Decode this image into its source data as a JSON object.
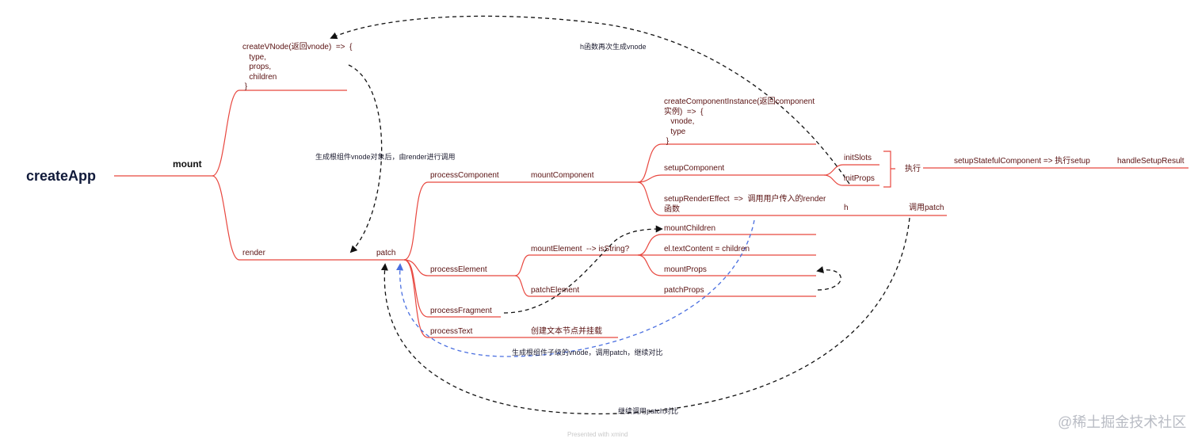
{
  "diagram": {
    "root": "createApp",
    "mount": "mount",
    "createVNode": "createVNode(返回vnode)  =>  {\n   type,\n   props,\n   children\n }",
    "render": "render",
    "patch": "patch",
    "processComponent": "processComponent",
    "mountComponent": "mountComponent",
    "createComponentInstance": "createComponentInstance(返回component\n实例)  =>  {\n   vnode,\n   type\n }",
    "setupComponent": "setupComponent",
    "initSlots": "initSlots",
    "initProps": "initProps",
    "execute": "执行",
    "setupStatefulComponent": "setupStatefulComponent => 执行setup",
    "handleSetupResult": "handleSetupResult",
    "setupRenderEffect": "setupRenderEffect  =>  调用用户传入的render\n函数",
    "h": "h",
    "callPatch": "调用patch",
    "processElement": "processElement",
    "mountElement": "mountElement  --> isString?",
    "mountChildren": "mountChildren",
    "textContent": "el.textContent = children",
    "mountProps": "mountProps",
    "patchElement": "patchElement",
    "patchProps": "patchProps",
    "processFragment": "processFragment",
    "processText": "processText",
    "createTextNode": "创建文本节点并挂载"
  },
  "annotations": {
    "hAgain": "h函数再次生成vnode",
    "afterRoot": "生成根组件vnode对象后，由render进行调用",
    "childVnode": "生成根组件子级的vnode，调用patch，继续对比",
    "continuePatch": "继续调用patch对比"
  },
  "footer": "Presented with xmind",
  "watermark": "@稀土掘金技术社区",
  "colors": {
    "branch": "#e8473f",
    "arrow": "#111111",
    "blueArrow": "#4a6fe0",
    "text": "#5a1212"
  }
}
